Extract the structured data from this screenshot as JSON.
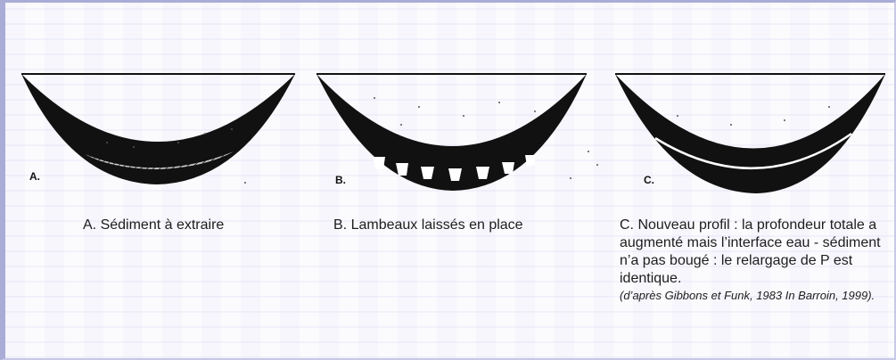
{
  "panels": [
    {
      "letter": "A.",
      "caption": "A. Sédiment à extraire"
    },
    {
      "letter": "B.",
      "caption": "B. Lambeaux laissés en place"
    },
    {
      "letter": "C.",
      "caption": "C. Nouveau profil : la profondeur totale a augmenté mais l’interface eau - sédiment n’a pas bougé : le relargage de P est identique."
    }
  ],
  "credit": "(d’après Gibbons et Funk, 1983 In Barroin, 1999).",
  "colors": {
    "frame": "#a9acd6",
    "ink": "#111111",
    "sediment": "#444444"
  }
}
